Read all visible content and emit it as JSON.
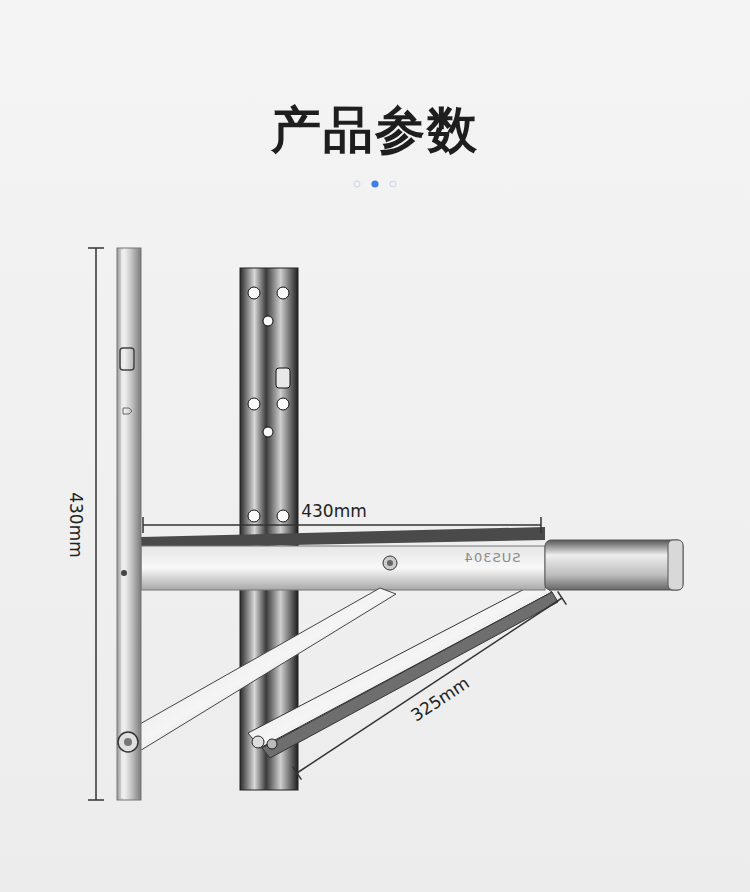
{
  "diagram": {
    "title": "产品参数",
    "labels": [
      "430mm",
      "430mm",
      "325mm",
      "SUS304"
    ]
  }
}
